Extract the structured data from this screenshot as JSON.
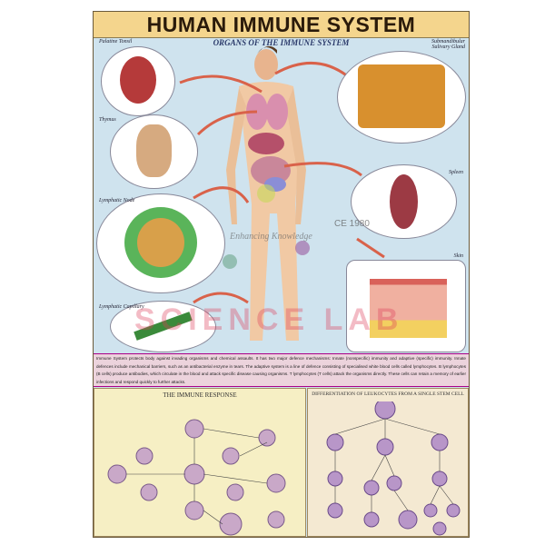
{
  "title": "HUMAN IMMUNE SYSTEM",
  "subtitle": "ORGANS OF THE IMMUNE SYSTEM",
  "organs": {
    "tonsil": "Palatine Tonsil",
    "thymus": "Thymus",
    "lymph_node": "Lymphatic Node",
    "capillary": "Lymphatic Capillary",
    "salivary": "Submandibular Salivary Gland",
    "spleen": "Spleen",
    "skin": "Skin"
  },
  "description": "Immune System protects body against invading organisms and chemical assaults. It has two major defence mechanisms: Innate (nonspecific) immunity and adaptive (specific) immunity. Innate defences include mechanical barriers, such as an antibacterial enzyme in tears. The adaptive system is a line of defence consisting of specialised white blood cells called lymphocytes. B lymphocytes (B cells) produce antibodies, which circulate in the blood and attack specific disease causing organisms. T lymphocytes (T cells) attack the organisms directly. These cells can retain a memory of earlier infections and respond quickly to further attacks.",
  "panels": {
    "immune_response": "THE IMMUNE RESPONSE",
    "differentiation": "DIFFERENTIATION OF LEUKOCYTES FROM A SINGLE STEM CELL"
  },
  "watermark": {
    "brand": "SCIENCE LAB",
    "since": "CE 1980",
    "tagline": "Enhancing Knowledge"
  }
}
